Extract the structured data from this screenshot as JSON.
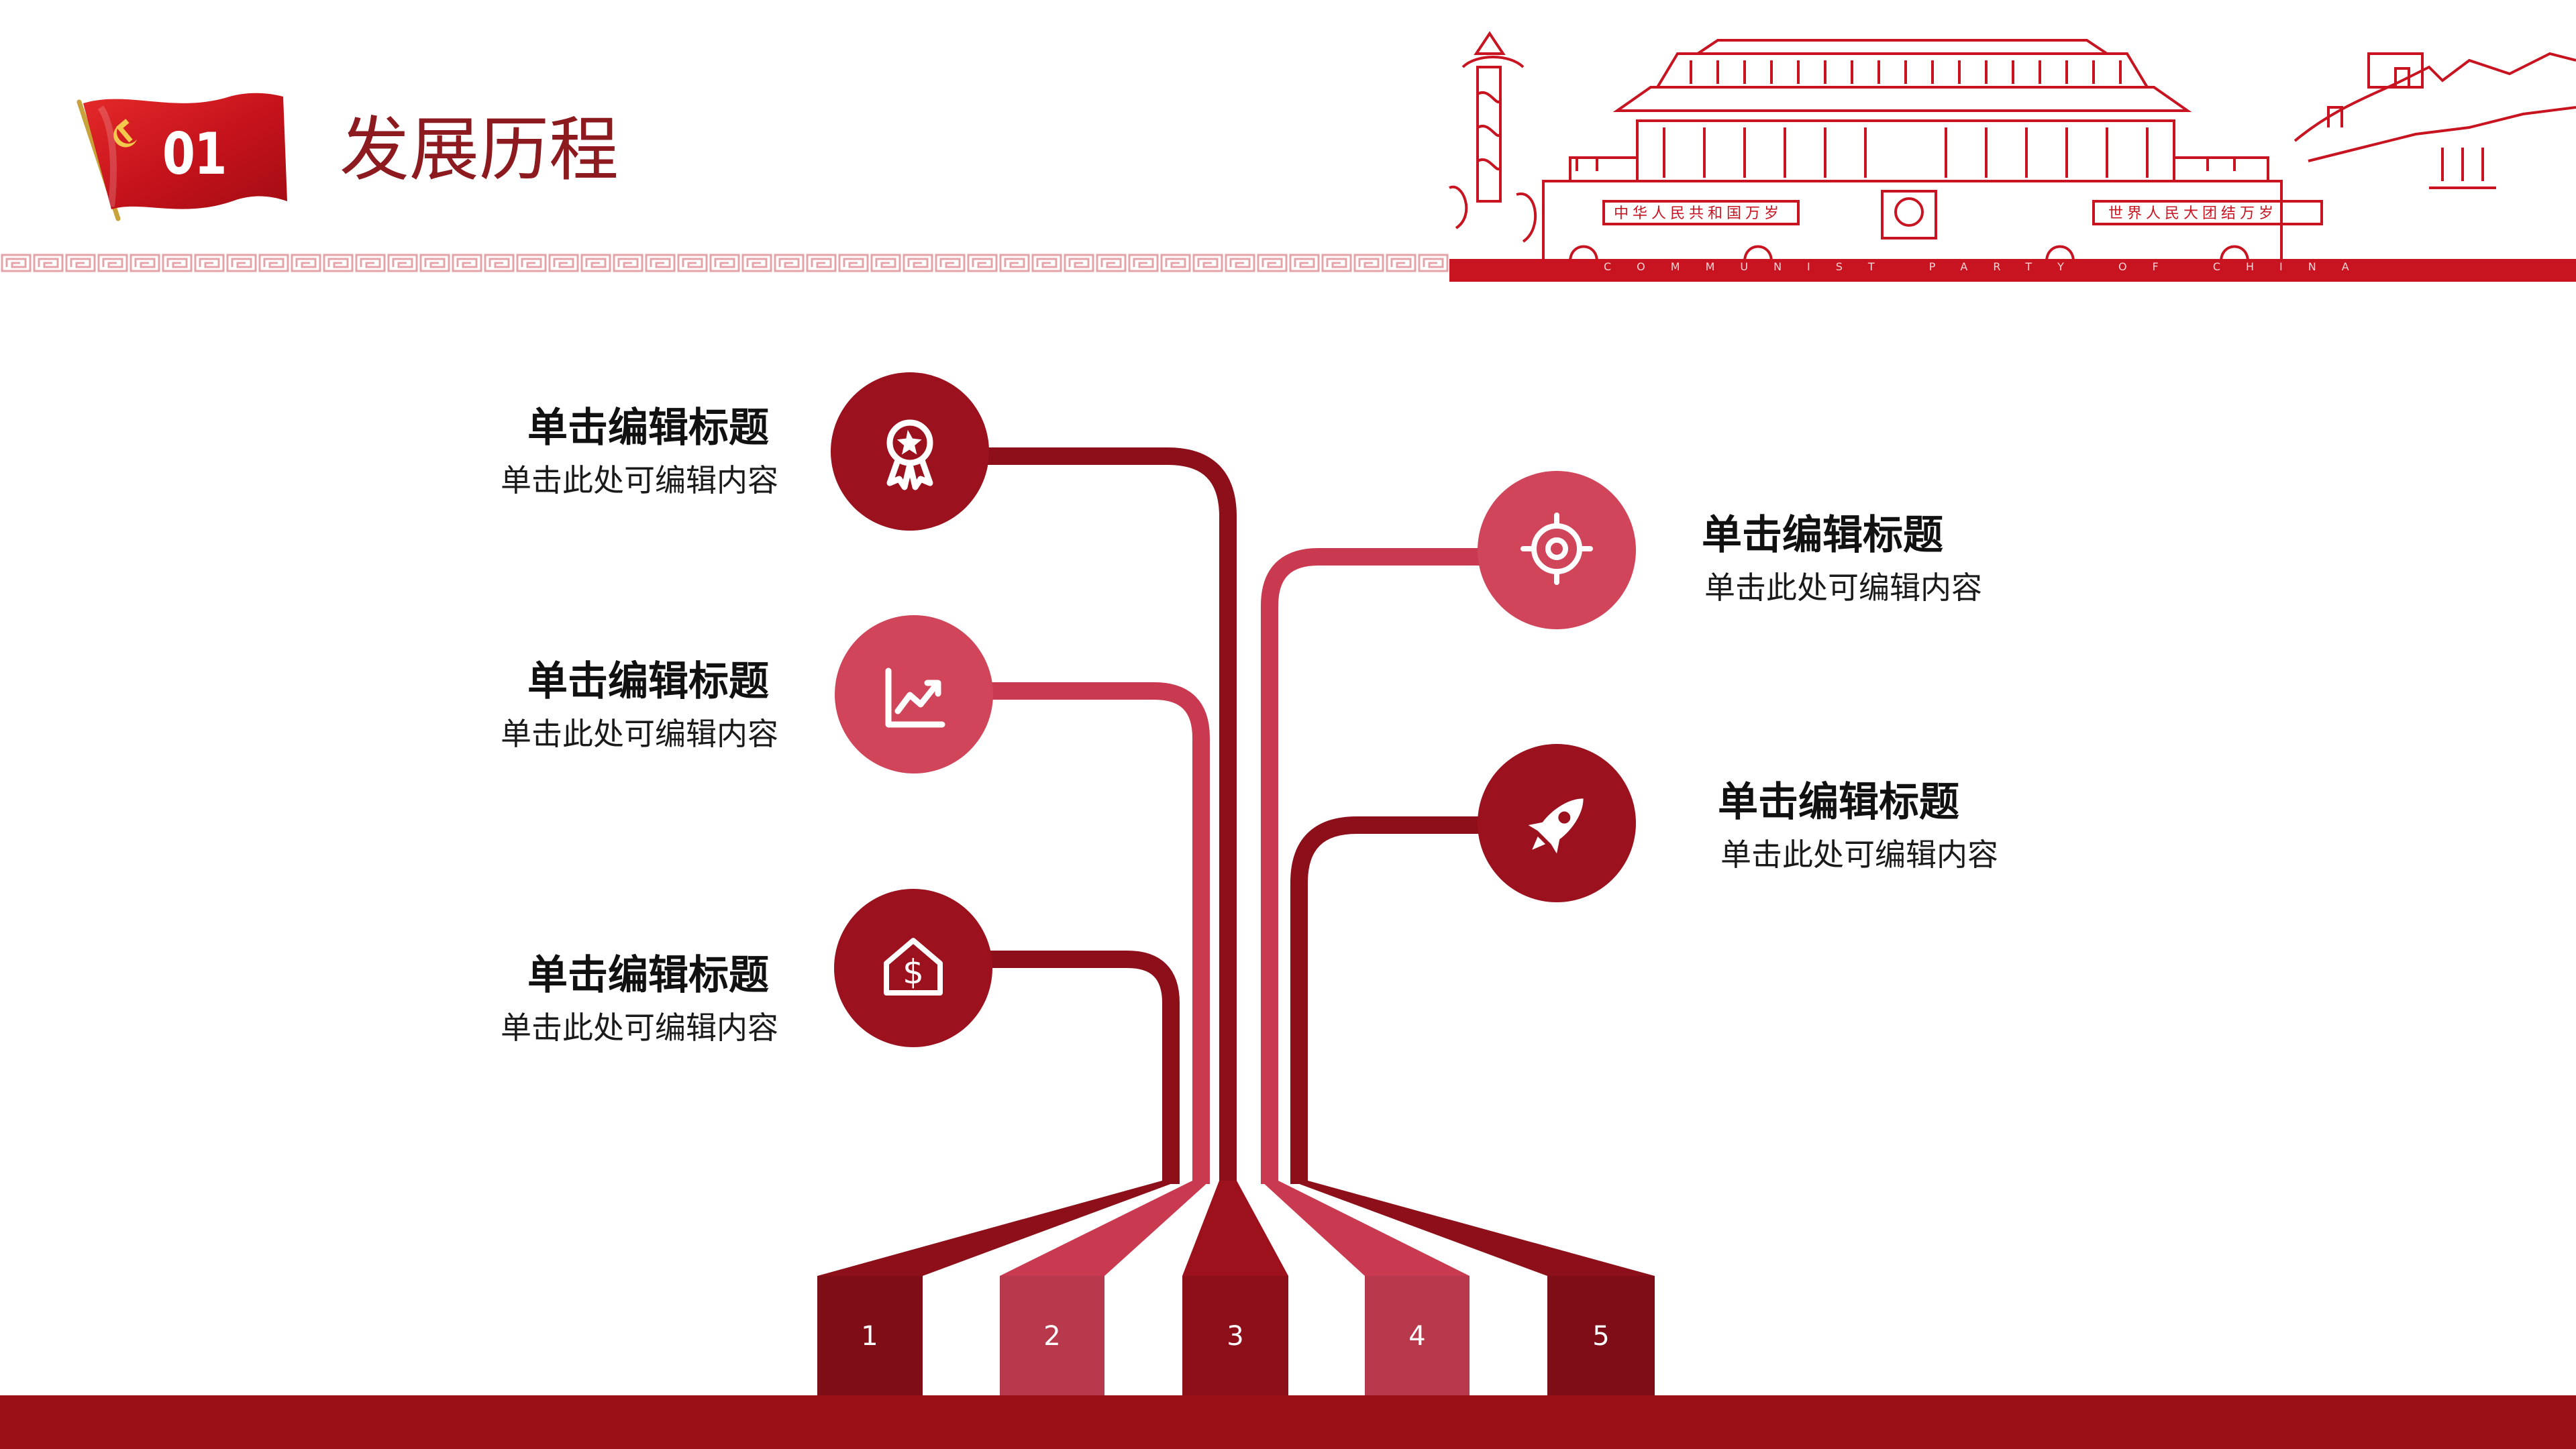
{
  "colors": {
    "dark_red": "#8c0f1a",
    "light_red": "#c9394f",
    "deep_red": "#7f0d17",
    "title_red": "#8c1a1f",
    "banner_red": "#c81320",
    "footer_red": "#9b0f17"
  },
  "header": {
    "number": "01",
    "title": "发展历程",
    "banner_caption": "COMMUNIST PARTY OF CHINA",
    "slogan_left": "中华人民共和国万岁",
    "slogan_right": "世界人民大团结万岁"
  },
  "items": [
    {
      "title": "单击编辑标题",
      "text": "单击此处可编辑内容",
      "icon": "award-ribbon-icon"
    },
    {
      "title": "单击编辑标题",
      "text": "单击此处可编辑内容",
      "icon": "trend-chart-icon"
    },
    {
      "title": "单击编辑标题",
      "text": "单击此处可编辑内容",
      "icon": "house-dollar-icon"
    },
    {
      "title": "单击编辑标题",
      "text": "单击此处可编辑内容",
      "icon": "target-icon"
    },
    {
      "title": "单击编辑标题",
      "text": "单击此处可编辑内容",
      "icon": "rocket-icon"
    }
  ],
  "columns": [
    "1",
    "2",
    "3",
    "4",
    "5"
  ]
}
